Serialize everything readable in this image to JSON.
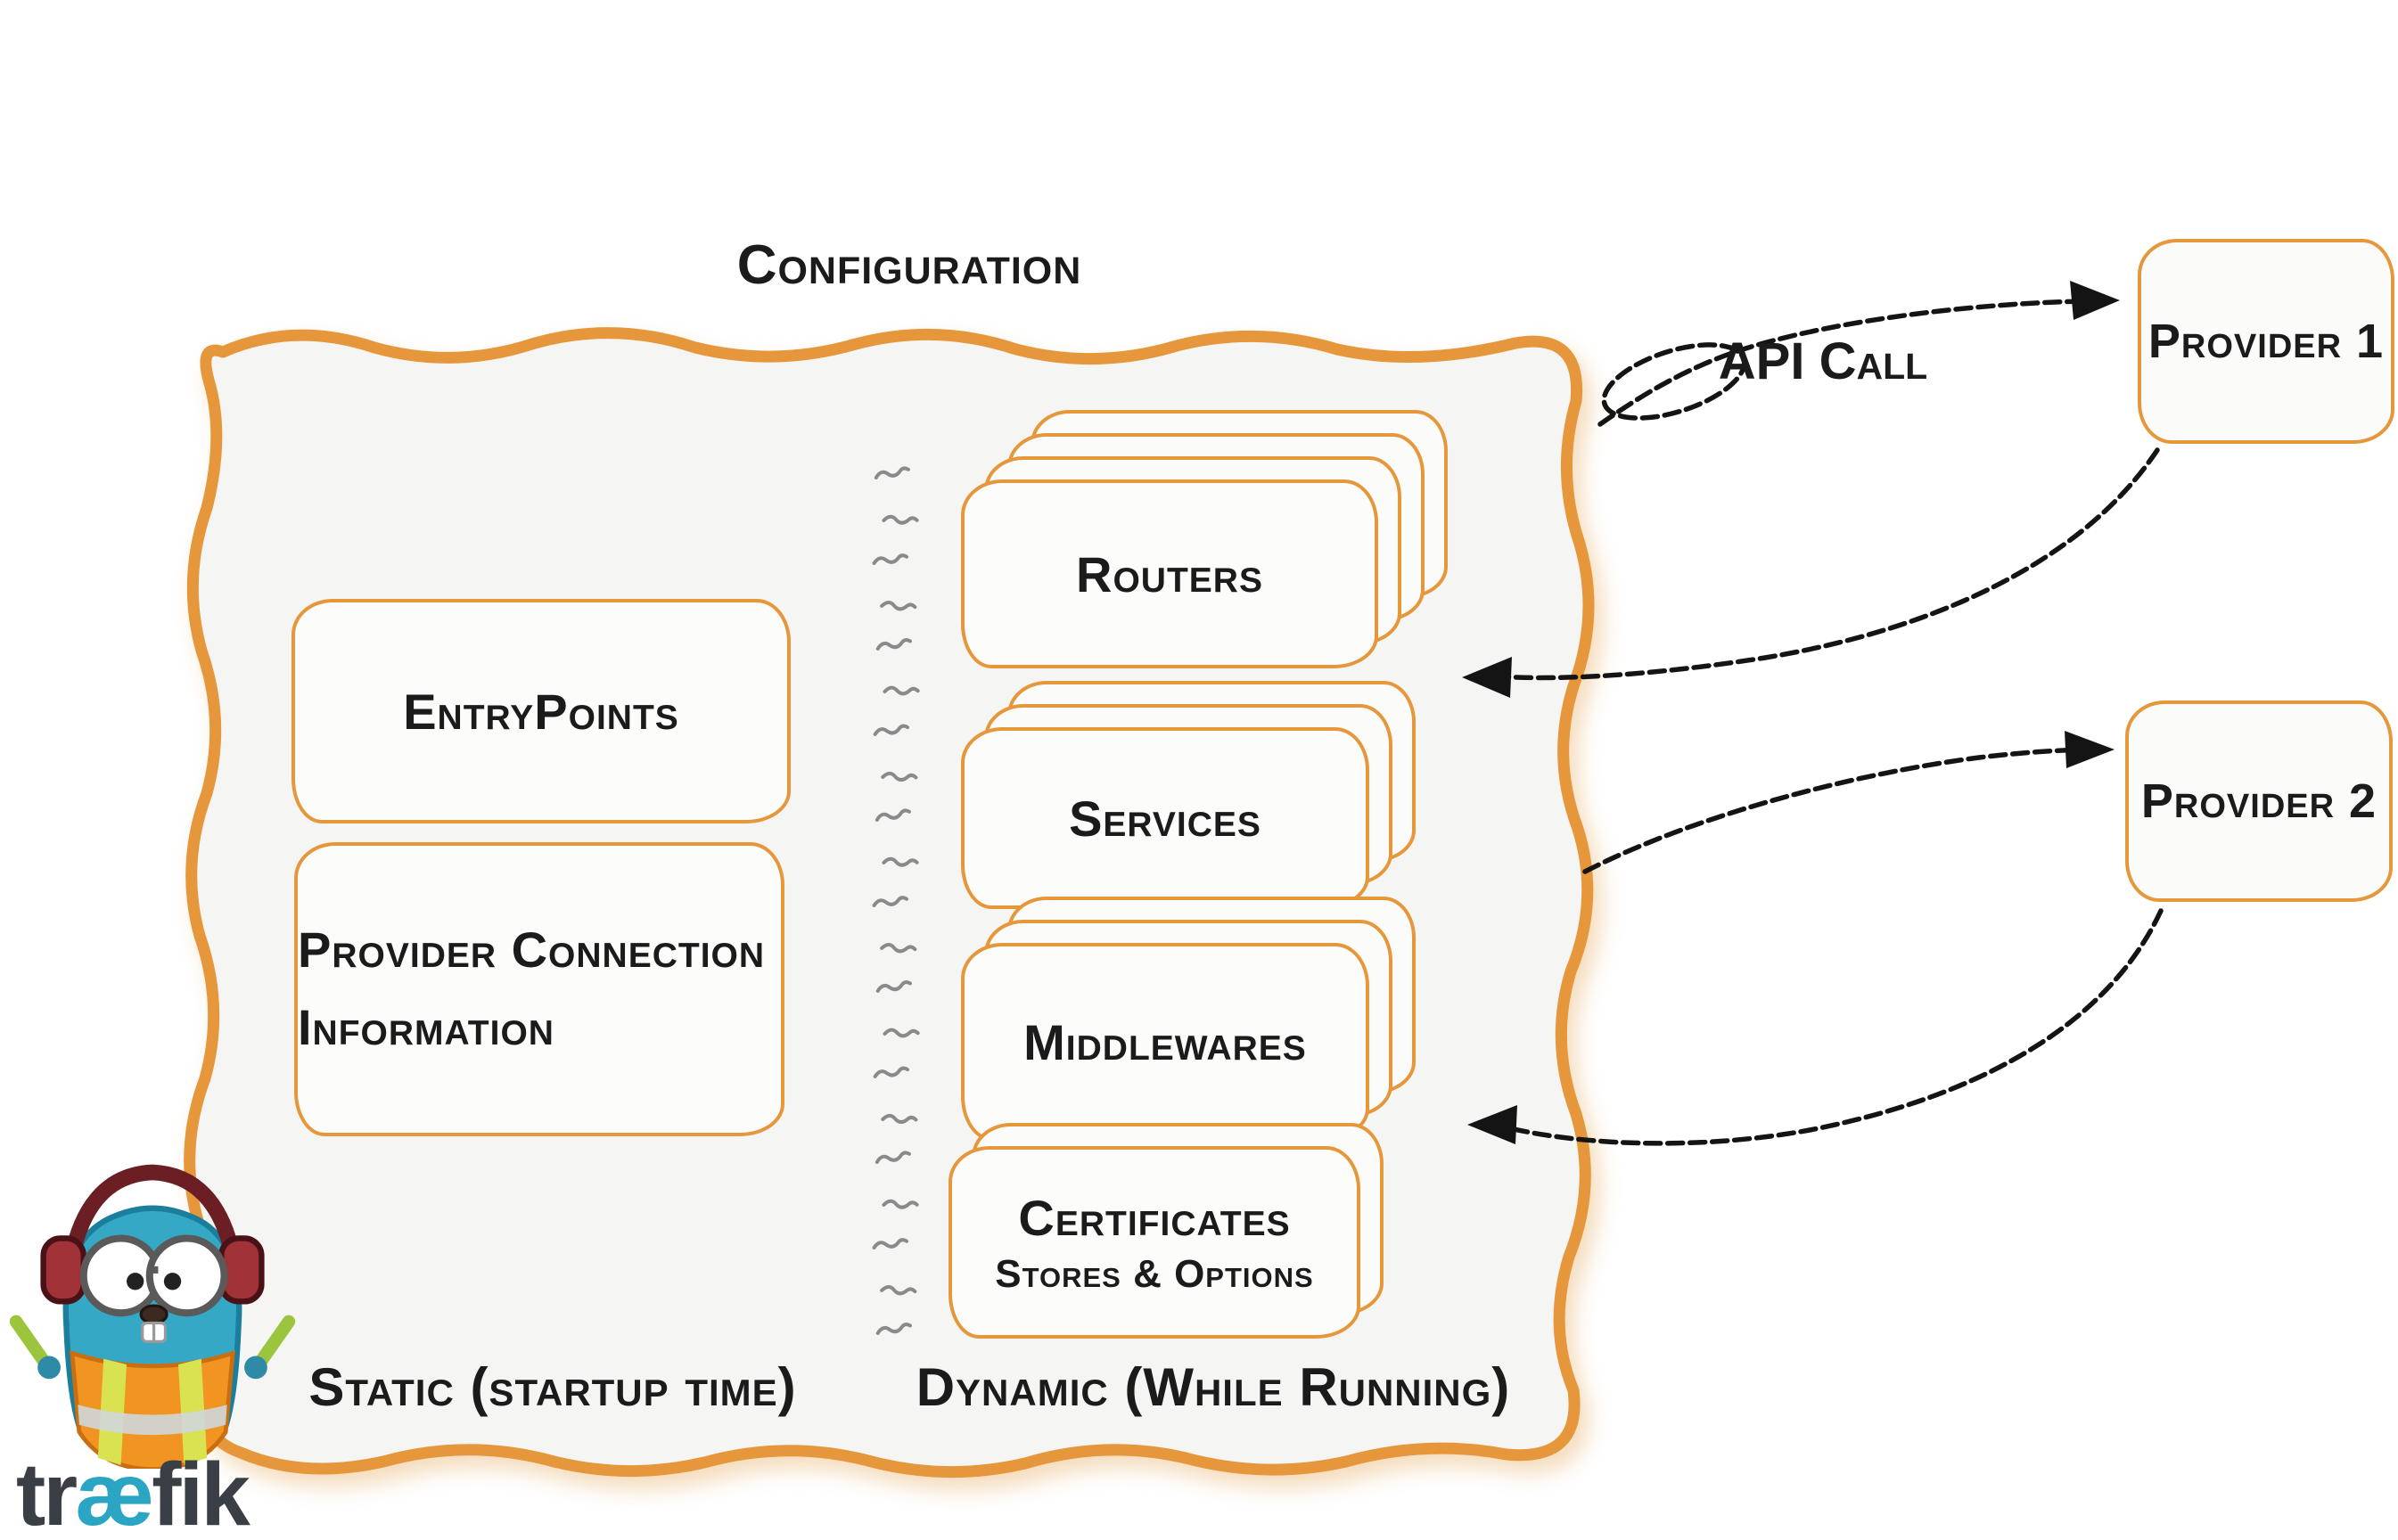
{
  "title": "Configuration",
  "static_section": {
    "entrypoints_label": "EntryPoints",
    "provider_info_label": "Provider Connection Information",
    "caption": "Static (startup time)"
  },
  "dynamic_section": {
    "routers_label": "Routers",
    "services_label": "Services",
    "middlewares_label": "Middlewares",
    "certificates_label": "Certificates",
    "certificates_sub": "Stores & Options",
    "caption": "Dynamic (While Running)"
  },
  "providers": {
    "p1": "Provider 1",
    "p2": "Provider 2"
  },
  "arrows": {
    "api_call": "API Call"
  },
  "logo": {
    "tr": "tr",
    "ae": "æ",
    "fik": "fik"
  },
  "colors": {
    "accent_orange": "#e6973b",
    "box_fill": "#f5f5f3",
    "inner_fill": "#fcfcfb",
    "ink": "#141414",
    "divider_gray": "#8a8a8a",
    "teal": "#2ba5c4"
  }
}
